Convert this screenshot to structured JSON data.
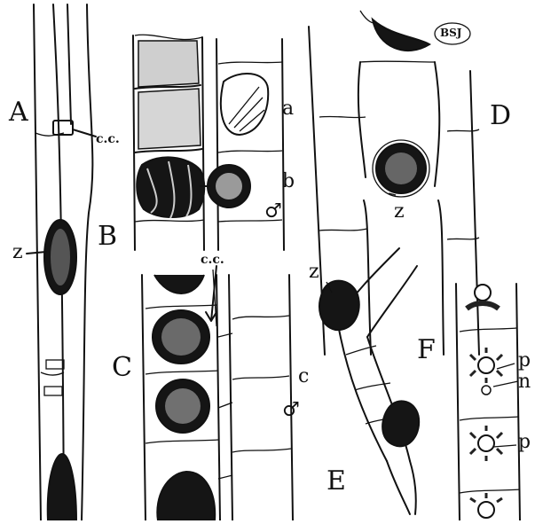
{
  "figure": {
    "panels": {
      "A": "A",
      "B": "B",
      "C": "C",
      "D": "D",
      "E": "E",
      "F": "F"
    },
    "sublabels": {
      "a": "a",
      "b": "b",
      "c": "c"
    },
    "annotations": {
      "conjugation_canal_A": "c.c.",
      "conjugation_canal_B": "c.c.",
      "zygote_A": "z",
      "zygote_D": "z",
      "zygote_E": "z",
      "male_b": "♂",
      "male_c": "♂",
      "pyrenoid_top": "p",
      "nucleus": "n",
      "pyrenoid_bottom": "p"
    },
    "monogram": "BSJ"
  }
}
